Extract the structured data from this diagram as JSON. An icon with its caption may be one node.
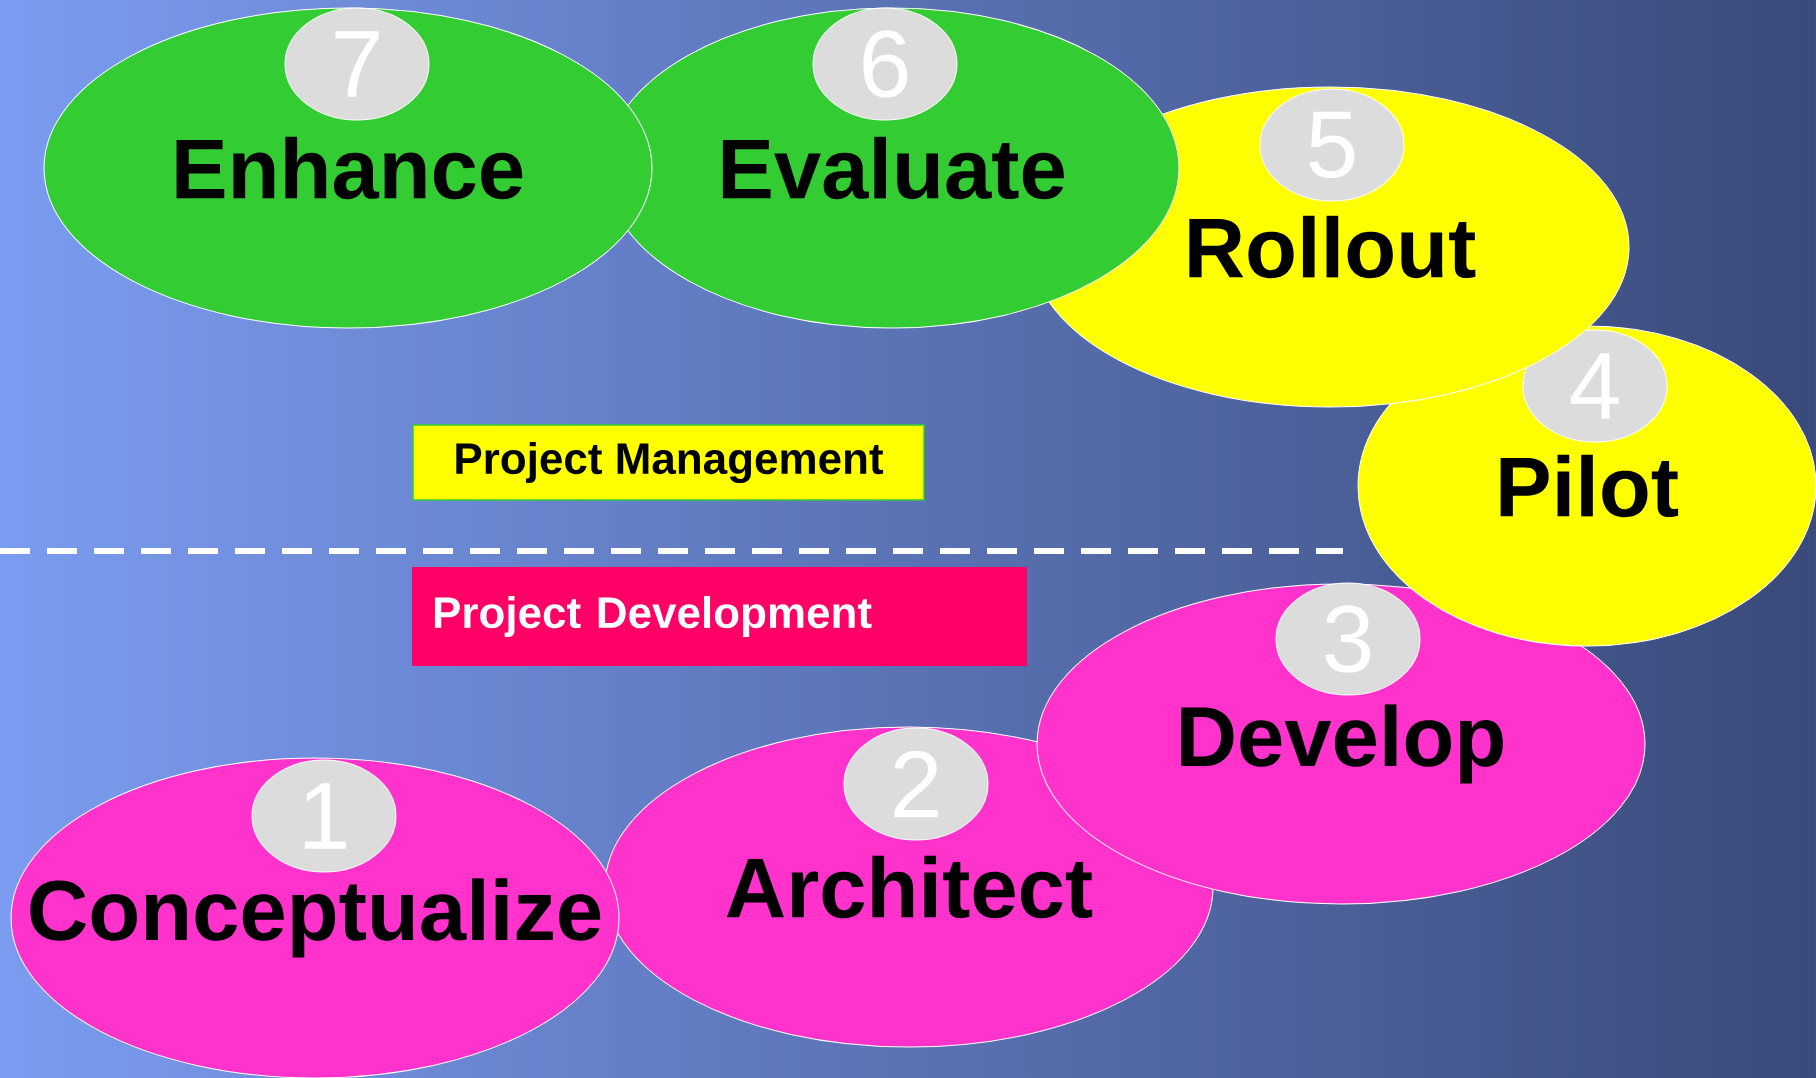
{
  "diagram": {
    "nodes": [
      {
        "text": [
          "Enhance"
        ]
      },
      {
        "text": [
          "7"
        ],
        "in": 0
      },
      {
        "text": [
          "Evaluate"
        ]
      },
      {
        "text": [
          "6"
        ],
        "in": 2
      },
      {
        "text": [
          "Rollout"
        ]
      },
      {
        "text": [
          "5"
        ],
        "in": 4
      },
      {
        "text": [
          "Pilot"
        ]
      },
      {
        "text": [
          "4"
        ],
        "in": 6
      },
      {
        "text": [
          "Project Management"
        ]
      },
      {
        "text": [
          "Project Development"
        ]
      },
      {
        "text": [
          "Develop"
        ]
      },
      {
        "text": [
          "3"
        ],
        "in": 10
      },
      {
        "text": [
          "Architect"
        ]
      },
      {
        "text": [
          "2"
        ],
        "in": 12
      },
      {
        "text": [
          "Conceptualize"
        ]
      },
      {
        "text": [
          "1"
        ],
        "in": 14
      }
    ]
  }
}
